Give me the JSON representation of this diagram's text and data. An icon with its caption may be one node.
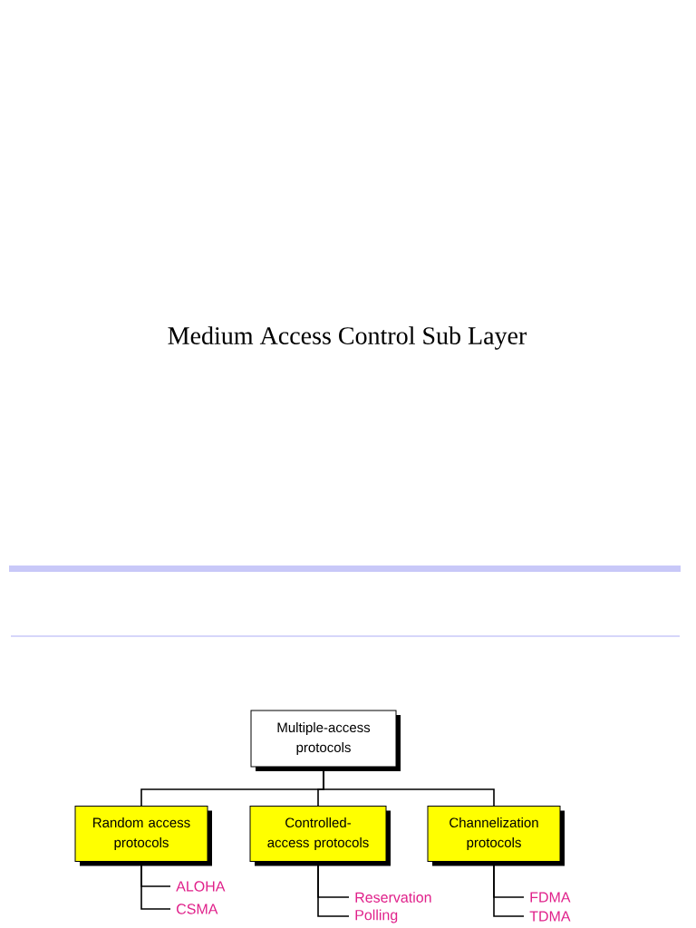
{
  "diagram": {
    "title": "Medium Access Control Sub Layer",
    "nodes": [
      {
        "text": [
          "Multiple-access protocols"
        ]
      },
      {
        "text": [
          "Random access protocols"
        ]
      },
      {
        "text": [
          "Controlled-access protocols"
        ]
      },
      {
        "text": [
          "Channelization protocols"
        ]
      },
      {
        "text": [
          "ALOHA"
        ]
      },
      {
        "text": [
          "CSMA"
        ]
      },
      {
        "text": [
          "Reservation"
        ]
      },
      {
        "text": [
          "Polling"
        ]
      },
      {
        "text": [
          "FDMA"
        ]
      },
      {
        "text": [
          "TDMA"
        ]
      }
    ],
    "edges": [
      {
        "from": 0,
        "to": 1,
        "arrow": "none"
      },
      {
        "from": 0,
        "to": 2,
        "arrow": "none"
      },
      {
        "from": 0,
        "to": 3,
        "arrow": "none"
      },
      {
        "from": 1,
        "to": 4,
        "arrow": "none"
      },
      {
        "from": 1,
        "to": 5,
        "arrow": "none"
      },
      {
        "from": 2,
        "to": 6,
        "arrow": "none"
      },
      {
        "from": 2,
        "to": 7,
        "arrow": "none"
      },
      {
        "from": 3,
        "to": 8,
        "arrow": "none"
      },
      {
        "from": 3,
        "to": 9,
        "arrow": "none"
      }
    ]
  }
}
